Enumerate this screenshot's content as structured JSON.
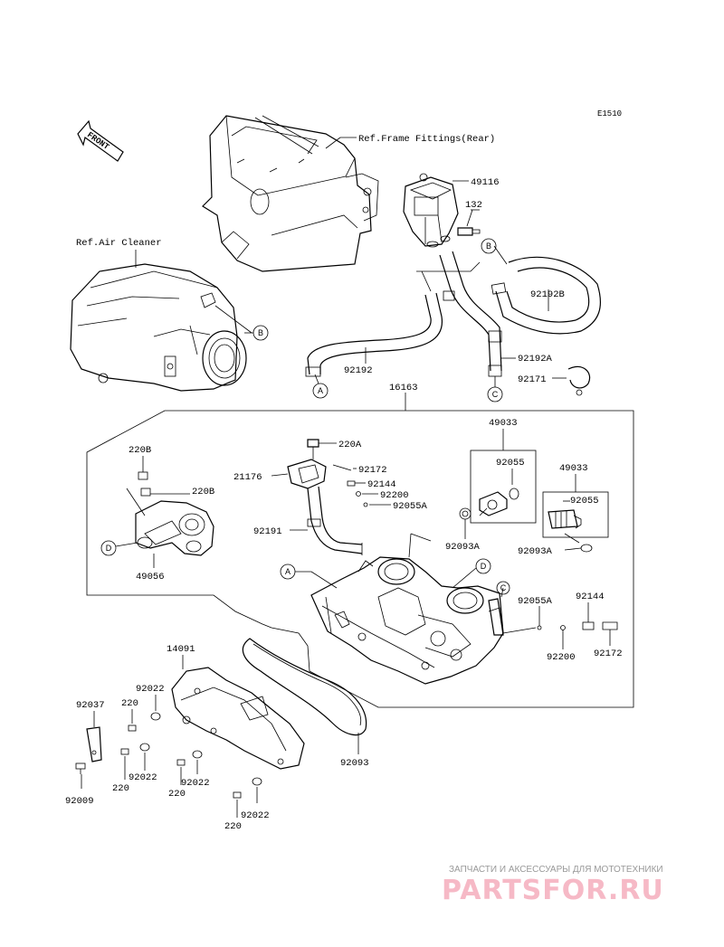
{
  "diagram": {
    "code": "E1510",
    "front_label": "FRONT",
    "refs": {
      "frame_fittings": "Ref.Frame Fittings(Rear)",
      "air_cleaner": "Ref.Air Cleaner"
    },
    "parts": [
      {
        "id": "p49116",
        "label": "49116"
      },
      {
        "id": "p132",
        "label": "132"
      },
      {
        "id": "p92192B",
        "label": "92192B"
      },
      {
        "id": "p92192A",
        "label": "92192A"
      },
      {
        "id": "p92192",
        "label": "92192"
      },
      {
        "id": "p92171",
        "label": "92171"
      },
      {
        "id": "p16163",
        "label": "16163"
      },
      {
        "id": "p49033a",
        "label": "49033"
      },
      {
        "id": "p92055a",
        "label": "92055"
      },
      {
        "id": "p49033b",
        "label": "49033"
      },
      {
        "id": "p92055b",
        "label": "92055"
      },
      {
        "id": "p220A",
        "label": "220A"
      },
      {
        "id": "p21176",
        "label": "21176"
      },
      {
        "id": "p92172a",
        "label": "92172"
      },
      {
        "id": "p92144a",
        "label": "92144"
      },
      {
        "id": "p92200a",
        "label": "92200"
      },
      {
        "id": "p92055Aa",
        "label": "92055A"
      },
      {
        "id": "p92191",
        "label": "92191"
      },
      {
        "id": "p92093Aa",
        "label": "92093A"
      },
      {
        "id": "p92093Ab",
        "label": "92093A"
      },
      {
        "id": "p220Ba",
        "label": "220B"
      },
      {
        "id": "p220Bb",
        "label": "220B"
      },
      {
        "id": "p49056",
        "label": "49056"
      },
      {
        "id": "p92055Ab",
        "label": "92055A"
      },
      {
        "id": "p92144b",
        "label": "92144"
      },
      {
        "id": "p92200b",
        "label": "92200"
      },
      {
        "id": "p92172b",
        "label": "92172"
      },
      {
        "id": "p14091",
        "label": "14091"
      },
      {
        "id": "p92022a",
        "label": "92022"
      },
      {
        "id": "p92037",
        "label": "92037"
      },
      {
        "id": "p220a",
        "label": "220"
      },
      {
        "id": "p92022b",
        "label": "92022"
      },
      {
        "id": "p220b",
        "label": "220"
      },
      {
        "id": "p92022c",
        "label": "92022"
      },
      {
        "id": "p220c",
        "label": "220"
      },
      {
        "id": "p92022d",
        "label": "92022"
      },
      {
        "id": "p220d",
        "label": "220"
      },
      {
        "id": "p92009",
        "label": "92009"
      },
      {
        "id": "p92093",
        "label": "92093"
      }
    ],
    "connectors": {
      "A": "A",
      "B": "B",
      "C": "C",
      "D": "D"
    }
  },
  "watermark": {
    "top_text": "ЗАПЧАСТИ И АКСЕССУАРЫ ДЛЯ МОТОТЕХНИКИ",
    "brand_text": "PARTSFOR.RU"
  }
}
